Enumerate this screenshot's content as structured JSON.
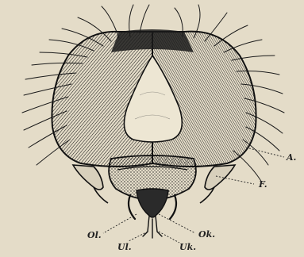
{
  "labels": {
    "a": "A.",
    "f": "F.",
    "ol": "Ol.",
    "ul": "Ul.",
    "ok": "Ok.",
    "uk": "Uk."
  }
}
